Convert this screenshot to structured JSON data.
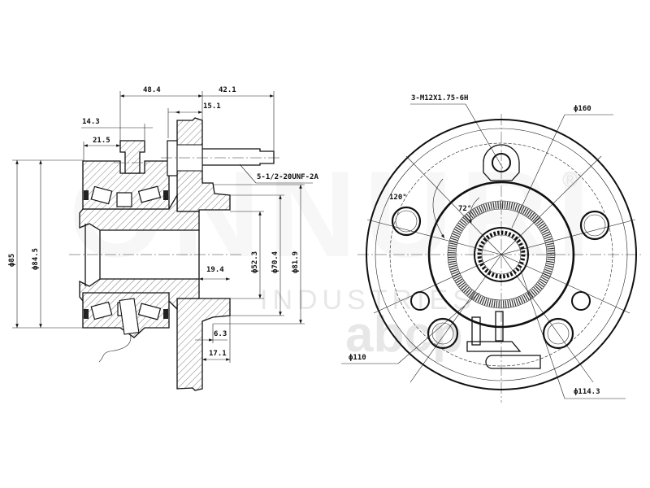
{
  "drawing": {
    "title": "Wheel hub assembly technical drawing",
    "side_view_dimensions": {
      "d48_4": "48.4",
      "d42_1": "42.1",
      "d15_1": "15.1",
      "d14_3": "14.3",
      "d21_5": "21.5",
      "stud_thread": "5-1/2-20UNF-2A",
      "dia85": "ϕ85",
      "dia84_5": "ϕ84.5",
      "d19_4": "19.4",
      "dia52_3": "ϕ52.3",
      "dia70_4": "ϕ70.4",
      "dia81_9": "ϕ81.9",
      "d6_3": "6.3",
      "d17_1": "17.1"
    },
    "front_view_dimensions": {
      "bolt_thread": "3-M12X1.75-6H",
      "dia160": "ϕ160",
      "angle120": "120°",
      "angle72": "72°",
      "dia110": "ϕ110",
      "dia114_3": "ϕ114.3"
    }
  },
  "watermark": {
    "brand": "ONNURI",
    "sub": "INDUSTRIES",
    "site": "abcp",
    "registered": "®"
  }
}
